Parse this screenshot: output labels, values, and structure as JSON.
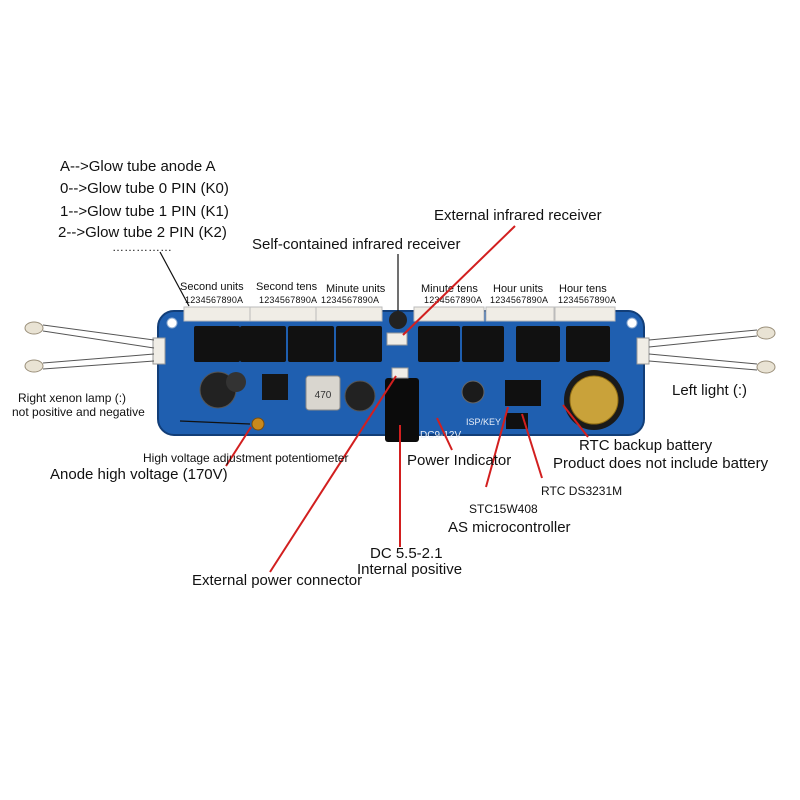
{
  "legend": [
    "A-->Glow tube anode A",
    "0-->Glow tube 0 PIN (K0)",
    "1-->Glow tube 1 PIN (K1)",
    "2-->Glow tube 2 PIN (K2)",
    "……………"
  ],
  "connectors": [
    {
      "title": "Second units",
      "pins": "1234567890A"
    },
    {
      "title": "Second tens",
      "pins": "1234567890A"
    },
    {
      "title": "Minute units",
      "pins": "1234567890A"
    },
    {
      "title": "Minute tens",
      "pins": "1234567890A"
    },
    {
      "title": "Hour units",
      "pins": "1234567890A"
    },
    {
      "title": "Hour tens",
      "pins": "1234567890A"
    }
  ],
  "callouts": {
    "external_ir": "External infrared receiver",
    "self_ir": "Self-contained infrared receiver",
    "right_lamp_1": "Right xenon lamp (:)",
    "right_lamp_2": "not positive and negative",
    "left_light": "Left light (:)",
    "rtc_battery_1": "RTC backup battery",
    "rtc_battery_2": "Product does not include battery",
    "hv_pot": "High voltage adjustment potentiometer",
    "anode_hv": "Anode high voltage (170V)",
    "power_indicator": "Power Indicator",
    "rtc_chip": "RTC DS3231M",
    "mcu_1": "STC15W408",
    "mcu_2": "AS microcontroller",
    "dc_1": "DC 5.5-2.1",
    "dc_2": "Internal positive",
    "ext_power": "External power connector"
  },
  "board_marks": {
    "dc_range": "DC9-12V",
    "inductor": "470",
    "isp": "ISP/KEY"
  },
  "colors": {
    "pcb": "#1f5fb0",
    "ic": "#111111",
    "leader_red": "#d21f1f",
    "leader_black": "#111111",
    "header": "#f0ede6"
  }
}
